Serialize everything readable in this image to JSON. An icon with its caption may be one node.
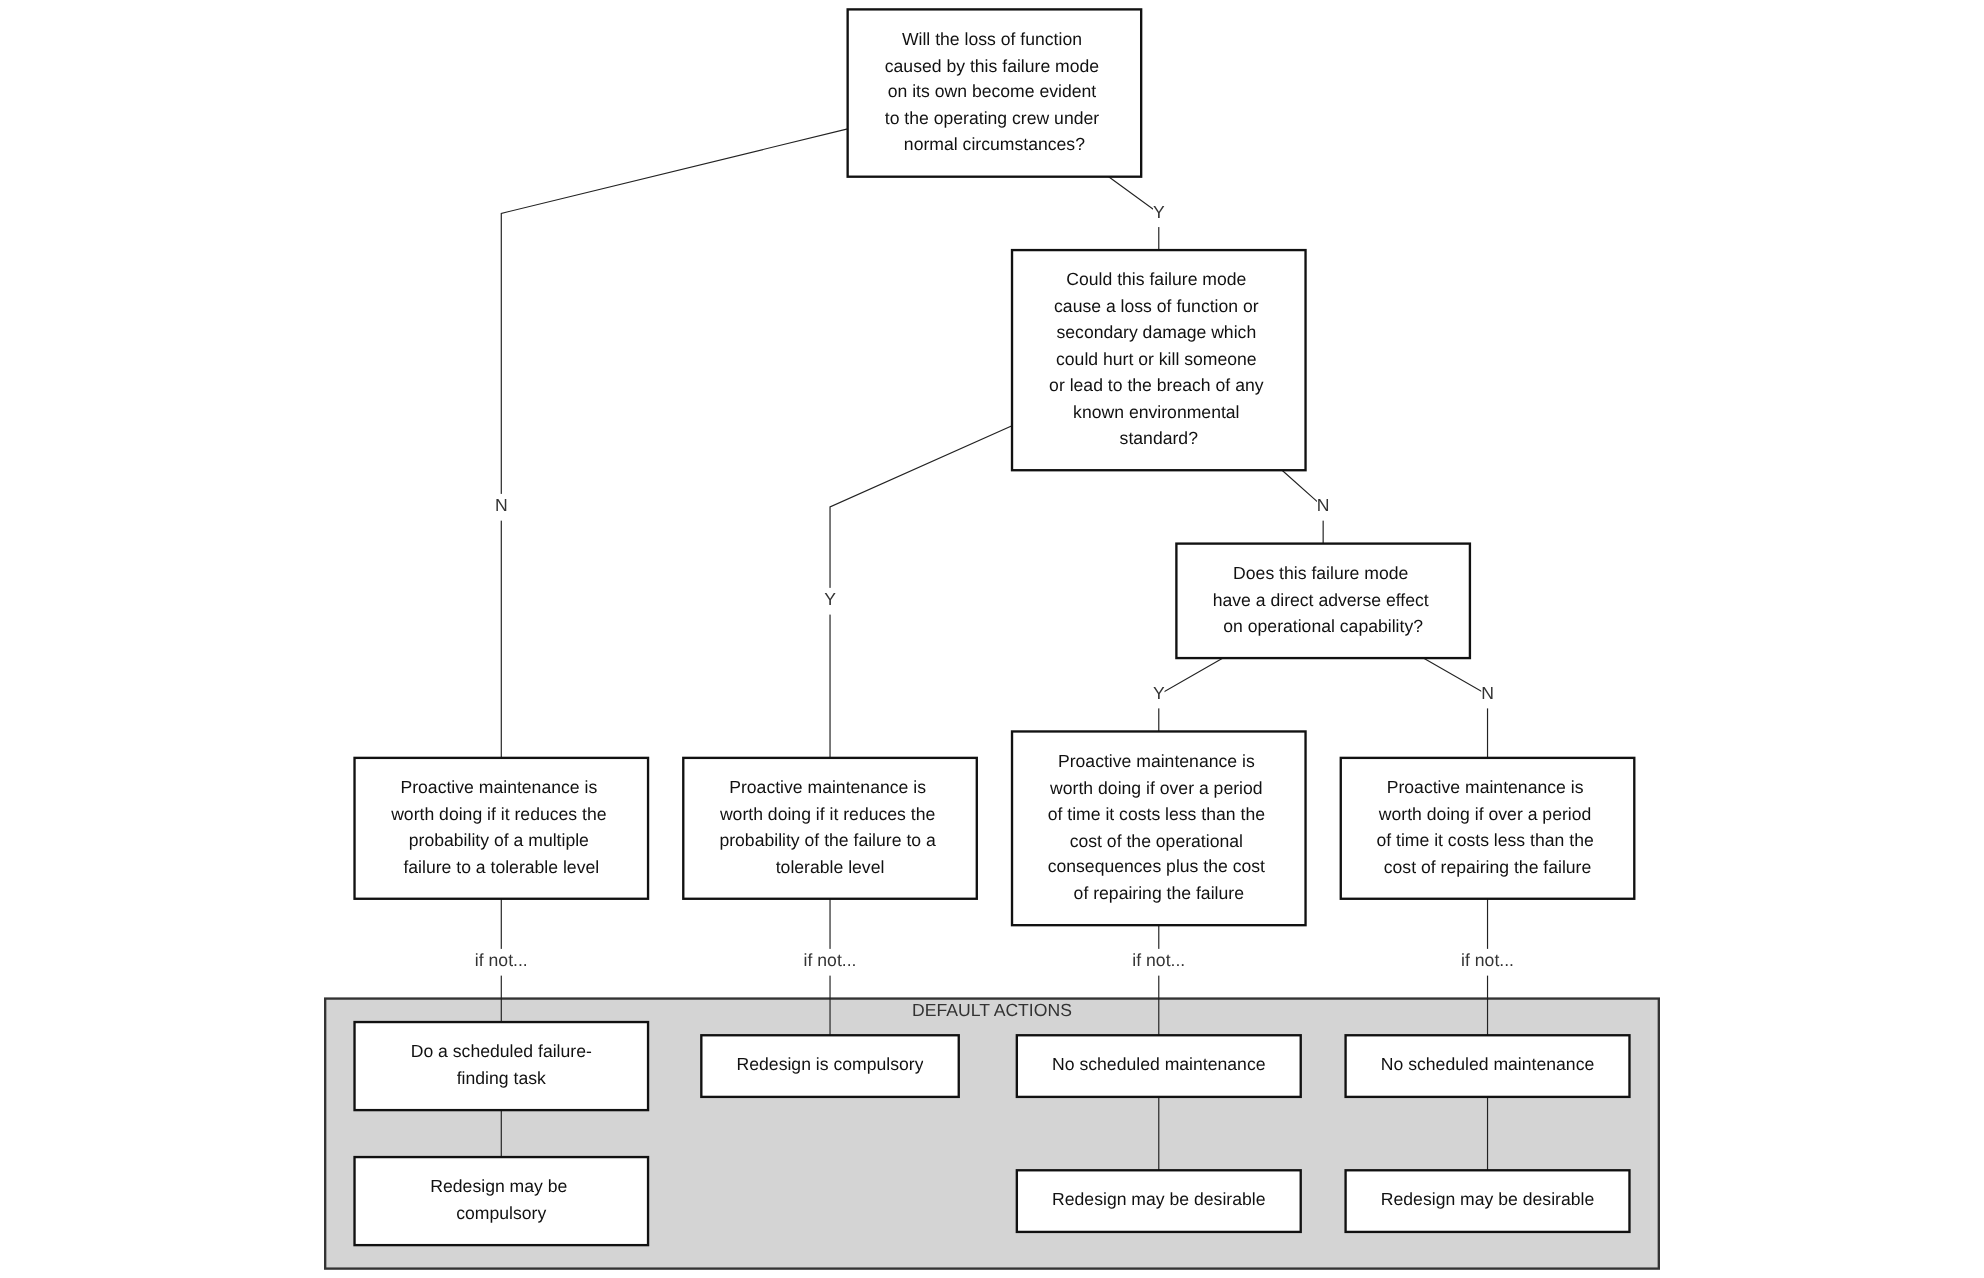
{
  "diagram": {
    "nodes": [
      {
        "text": [
          "Will the loss of function caused by this failure mode on its own become evident to the operating crew under normal circumstances?"
        ]
      },
      {
        "text": [
          "Could this failure mode cause a loss of function or secondary damage which could hurt or kill someone or lead to the breach of any known environmental standard?"
        ]
      },
      {
        "text": [
          "Does this failure mode have a direct adverse effect on operational capability?"
        ]
      },
      {
        "text": [
          "Proactive maintenance is worth doing if it reduces the probability of a multiple failure to a tolerable level"
        ]
      },
      {
        "text": [
          "Proactive maintenance is worth doing if it reduces the probability of the failure to a tolerable level"
        ]
      },
      {
        "text": [
          "Proactive maintenance is worth doing if over a period of time it costs less than the cost of the operational consequences plus the cost of repairing the failure"
        ]
      },
      {
        "text": [
          "Proactive maintenance is worth doing if over a period of time it costs less than the cost of repairing the failure"
        ]
      },
      {
        "text": [
          "DEFAULT ACTIONS"
        ]
      },
      {
        "text": [
          "Do a scheduled failure-finding task"
        ],
        "in": 7
      },
      {
        "text": [
          "Redesign may be compulsory"
        ],
        "in": 7
      },
      {
        "text": [
          "Redesign is compulsory"
        ],
        "in": 7
      },
      {
        "text": [
          "No scheduled maintenance"
        ],
        "in": 7
      },
      {
        "text": [
          "Redesign may be desirable"
        ],
        "in": 7
      },
      {
        "text": [
          "No scheduled maintenance"
        ],
        "in": 7
      },
      {
        "text": [
          "Redesign may be desirable"
        ],
        "in": 7
      }
    ],
    "edges": [
      {
        "from": 0,
        "to": 1,
        "arrow": "none",
        "label": "Y"
      },
      {
        "from": 0,
        "to": 3,
        "arrow": "none",
        "label": "N"
      },
      {
        "from": 1,
        "to": 2,
        "arrow": "none",
        "label": "N"
      },
      {
        "from": 1,
        "to": 4,
        "arrow": "none",
        "label": "Y"
      },
      {
        "from": 2,
        "to": 5,
        "arrow": "none",
        "label": "Y"
      },
      {
        "from": 2,
        "to": 6,
        "arrow": "none",
        "label": "N"
      },
      {
        "from": 3,
        "to": 8,
        "arrow": "none",
        "label": "if not..."
      },
      {
        "from": 8,
        "to": 9,
        "arrow": "none"
      },
      {
        "from": 4,
        "to": 10,
        "arrow": "none",
        "label": "if not..."
      },
      {
        "from": 5,
        "to": 11,
        "arrow": "none",
        "label": "if not..."
      },
      {
        "from": 11,
        "to": 12,
        "arrow": "none"
      },
      {
        "from": 6,
        "to": 13,
        "arrow": "none",
        "label": "if not..."
      },
      {
        "from": 13,
        "to": 14,
        "arrow": "none"
      }
    ]
  }
}
